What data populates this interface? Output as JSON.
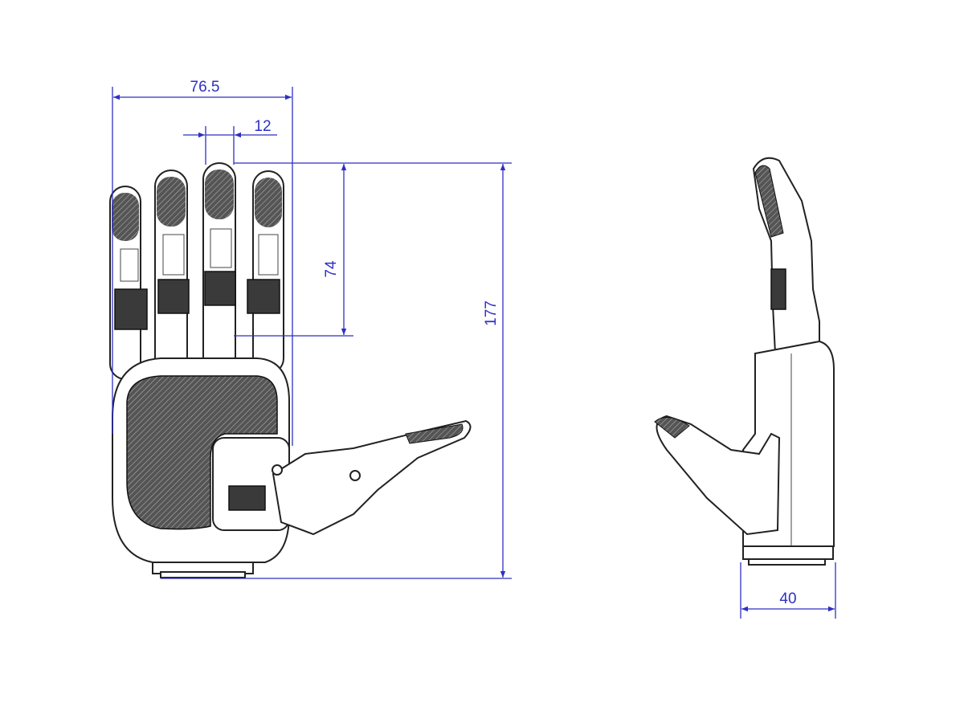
{
  "dimensions": {
    "hand_width": "76.5",
    "finger_spacing": "12",
    "finger_length": "74",
    "total_height": "177",
    "hand_thickness": "40"
  },
  "colors": {
    "dimension_lines": "#2f2fc4",
    "drawing_lines": "#222222"
  }
}
